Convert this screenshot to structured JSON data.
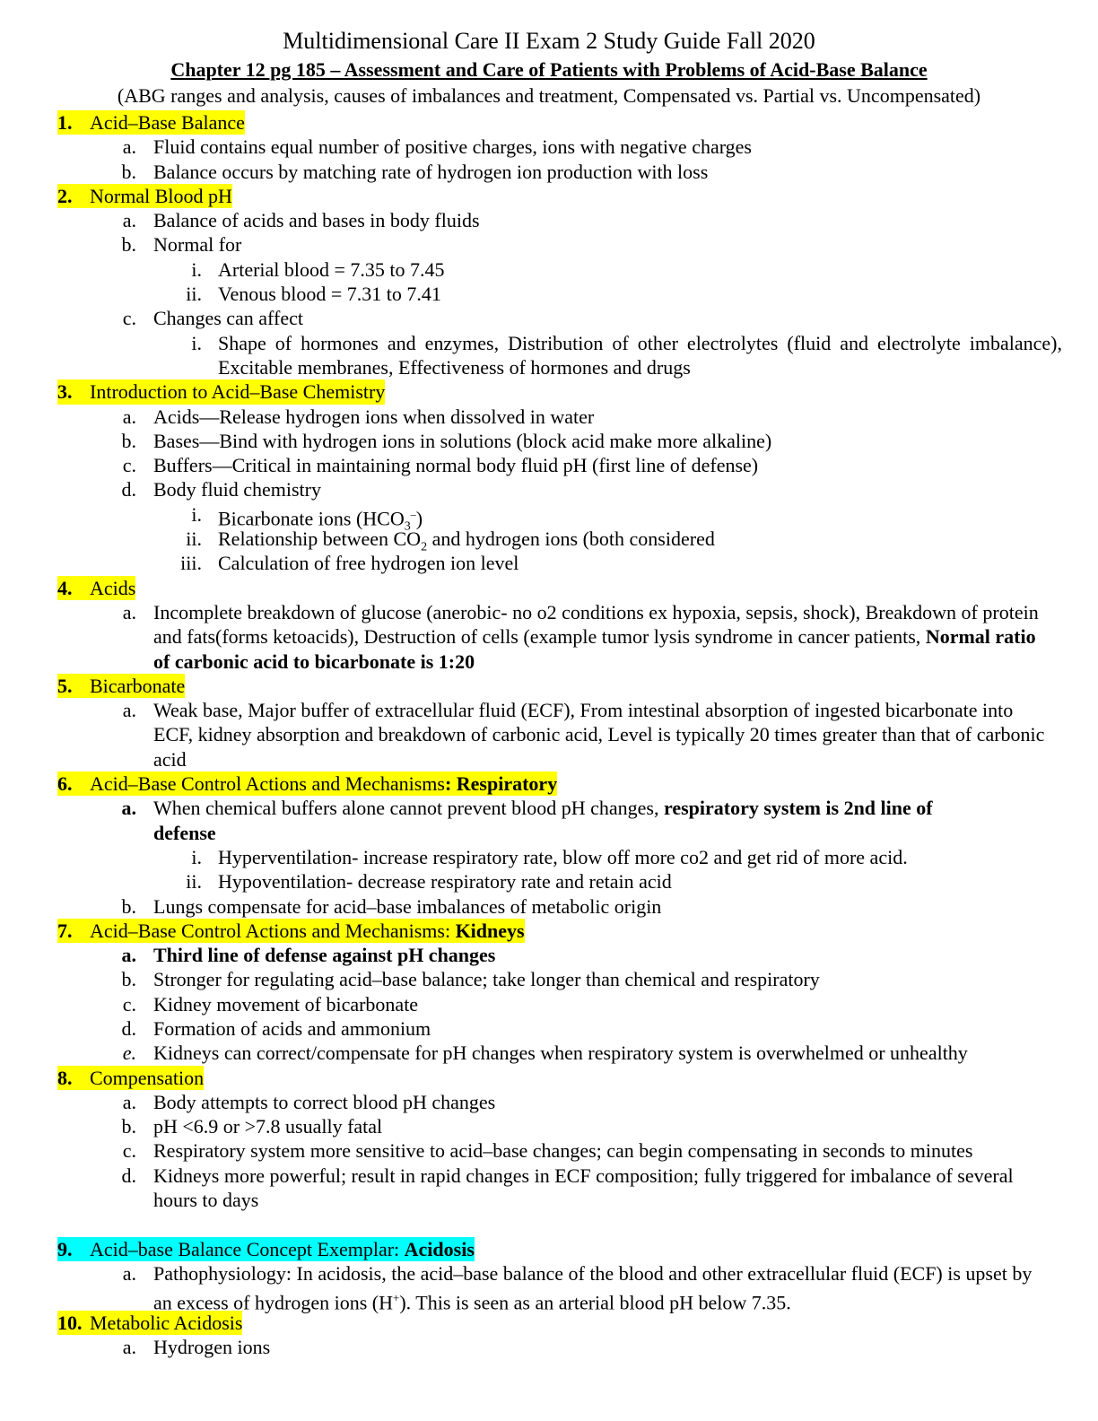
{
  "doc": {
    "title": "Multidimensional Care II Exam 2 Study Guide Fall 2020",
    "subtitle": "Chapter 12 pg 185 – Assessment and Care of Patients with Problems of Acid-Base Balance",
    "intro": "(ABG ranges and analysis, causes of imbalances and treatment, Compensated vs. Partial vs. Uncompensated)"
  },
  "s1": {
    "num": "1.",
    "title": "Acid–Base Balance",
    "a": "Fluid contains equal number of positive charges, ions with negative charges",
    "b": "Balance occurs by matching rate of hydrogen ion production with loss"
  },
  "s2": {
    "num": "2.",
    "title": "Normal Blood pH",
    "a": "Balance of acids and bases in body fluids",
    "b": "Normal for",
    "b_i": "Arterial blood = 7.35 to 7.45",
    "b_ii": "Venous blood = 7.31 to 7.41",
    "c": "Changes can affect",
    "c_i": "Shape of hormones and enzymes, Distribution of other electrolytes (fluid and electrolyte imbalance), Excitable membranes, Effectiveness of hormones and drugs"
  },
  "s3": {
    "num": "3.",
    "title": "Introduction to Acid–Base Chemistry",
    "a": "Acids—Release hydrogen ions when dissolved in water",
    "b": "Bases—Bind with hydrogen ions in solutions (block acid make more alkaline)",
    "c": "Buffers—Critical in maintaining normal body fluid pH (first line of defense)",
    "d": "Body fluid chemistry",
    "d_i_pre": "Bicarbonate ions (HCO",
    "d_i_sub": "3",
    "d_i_sup": "–",
    "d_i_post": ")",
    "d_ii_pre": "Relationship between CO",
    "d_ii_sub": "2",
    "d_ii_post": " and hydrogen ions (both considered",
    "d_iii": "Calculation of free hydrogen ion level"
  },
  "s4": {
    "num": "4.",
    "title": "Acids",
    "a": "Incomplete breakdown of glucose (anerobic- no o2 conditions ex hypoxia, sepsis, shock), Breakdown of protein and fats(forms ketoacids), Destruction of cells (example tumor lysis syndrome in cancer patients,",
    "a_bold": "Normal ratio of carbonic acid to bicarbonate is 1:20"
  },
  "s5": {
    "num": "5.",
    "title": "Bicarbonate",
    "a": "Weak base, Major buffer of extracellular fluid (ECF), From intestinal absorption of ingested bicarbonate into ECF, kidney absorption and breakdown of carbonic acid, Level is typically 20 times greater than that of carbonic acid"
  },
  "s6": {
    "num": "6.",
    "title": "Acid–Base Control Actions and Mechanisms",
    "title_bold": ": Respiratory",
    "a": "When chemical buffers alone cannot prevent blood pH changes, ",
    "a_bold": "respiratory system is 2nd line of defense",
    "a_i": "Hyperventilation- increase respiratory rate, blow off more co2 and get rid of more acid.",
    "a_ii": "Hypoventilation- decrease respiratory rate and retain acid",
    "b": "Lungs compensate for acid–base imbalances of metabolic origin"
  },
  "s7": {
    "num": "7.",
    "title": "Acid–Base Control Actions and Mechanisms: ",
    "title_bold": "Kidneys",
    "a": "Third line of defense against pH changes",
    "b": "Stronger for regulating acid–base balance; take longer than chemical and respiratory",
    "c": "Kidney movement of bicarbonate",
    "d": "Formation of acids and ammonium",
    "e": "Kidneys can correct/compensate for pH changes when respiratory system is overwhelmed or unhealthy"
  },
  "s8": {
    "num": "8.",
    "title": "Compensation",
    "a": "Body attempts to correct blood pH changes",
    "b": "pH <6.9 or >7.8 usually fatal",
    "c": "Respiratory system more sensitive to acid–base changes; can begin compensating in seconds to minutes",
    "d": "Kidneys more powerful; result in rapid changes in ECF composition; fully triggered for imbalance of several hours to days"
  },
  "s9": {
    "num": "9.",
    "title": "Acid–base Balance Concept Exemplar: ",
    "title_bold": "Acidosis",
    "a_pre": "Pathophysiology: In acidosis, the acid–base balance of the blood and other extracellular fluid (ECF) is upset by an excess of hydrogen ions (H",
    "a_sup": "+",
    "a_post": "). This is seen as an arterial blood pH below 7.35."
  },
  "s10": {
    "num": "10.",
    "title": "Metabolic Acidosis",
    "a": "Hydrogen ions"
  },
  "markers": {
    "a": "a.",
    "b": "b.",
    "c": "c.",
    "d": "d.",
    "e": "e.",
    "i": "i.",
    "ii": "ii.",
    "iii": "iii."
  },
  "colors": {
    "highlight_yellow": "#ffff00",
    "highlight_cyan": "#00ffff"
  }
}
